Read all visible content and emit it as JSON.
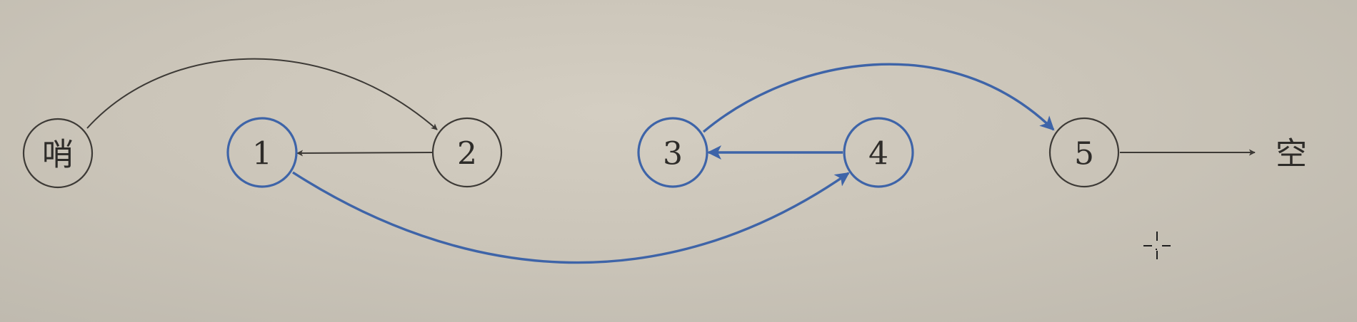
{
  "diagram": {
    "nodes": [
      {
        "id": "sentinel",
        "label": "哨",
        "style": "plain"
      },
      {
        "id": "n1",
        "label": "1",
        "style": "blue"
      },
      {
        "id": "n2",
        "label": "2",
        "style": "plain"
      },
      {
        "id": "n3",
        "label": "3",
        "style": "blue"
      },
      {
        "id": "n4",
        "label": "4",
        "style": "blue"
      },
      {
        "id": "n5",
        "label": "5",
        "style": "plain"
      }
    ],
    "terminal_label": "空",
    "edges": [
      {
        "from": "sentinel",
        "to": "n2",
        "style": "plain"
      },
      {
        "from": "n2",
        "to": "n1",
        "style": "plain"
      },
      {
        "from": "n1",
        "to": "n4",
        "style": "blue"
      },
      {
        "from": "n4",
        "to": "n3",
        "style": "blue"
      },
      {
        "from": "n3",
        "to": "n5",
        "style": "blue"
      },
      {
        "from": "n5",
        "to": "terminal",
        "style": "plain"
      }
    ],
    "colors": {
      "highlight": "#3e64a8",
      "plain": "#3d3a36"
    }
  }
}
